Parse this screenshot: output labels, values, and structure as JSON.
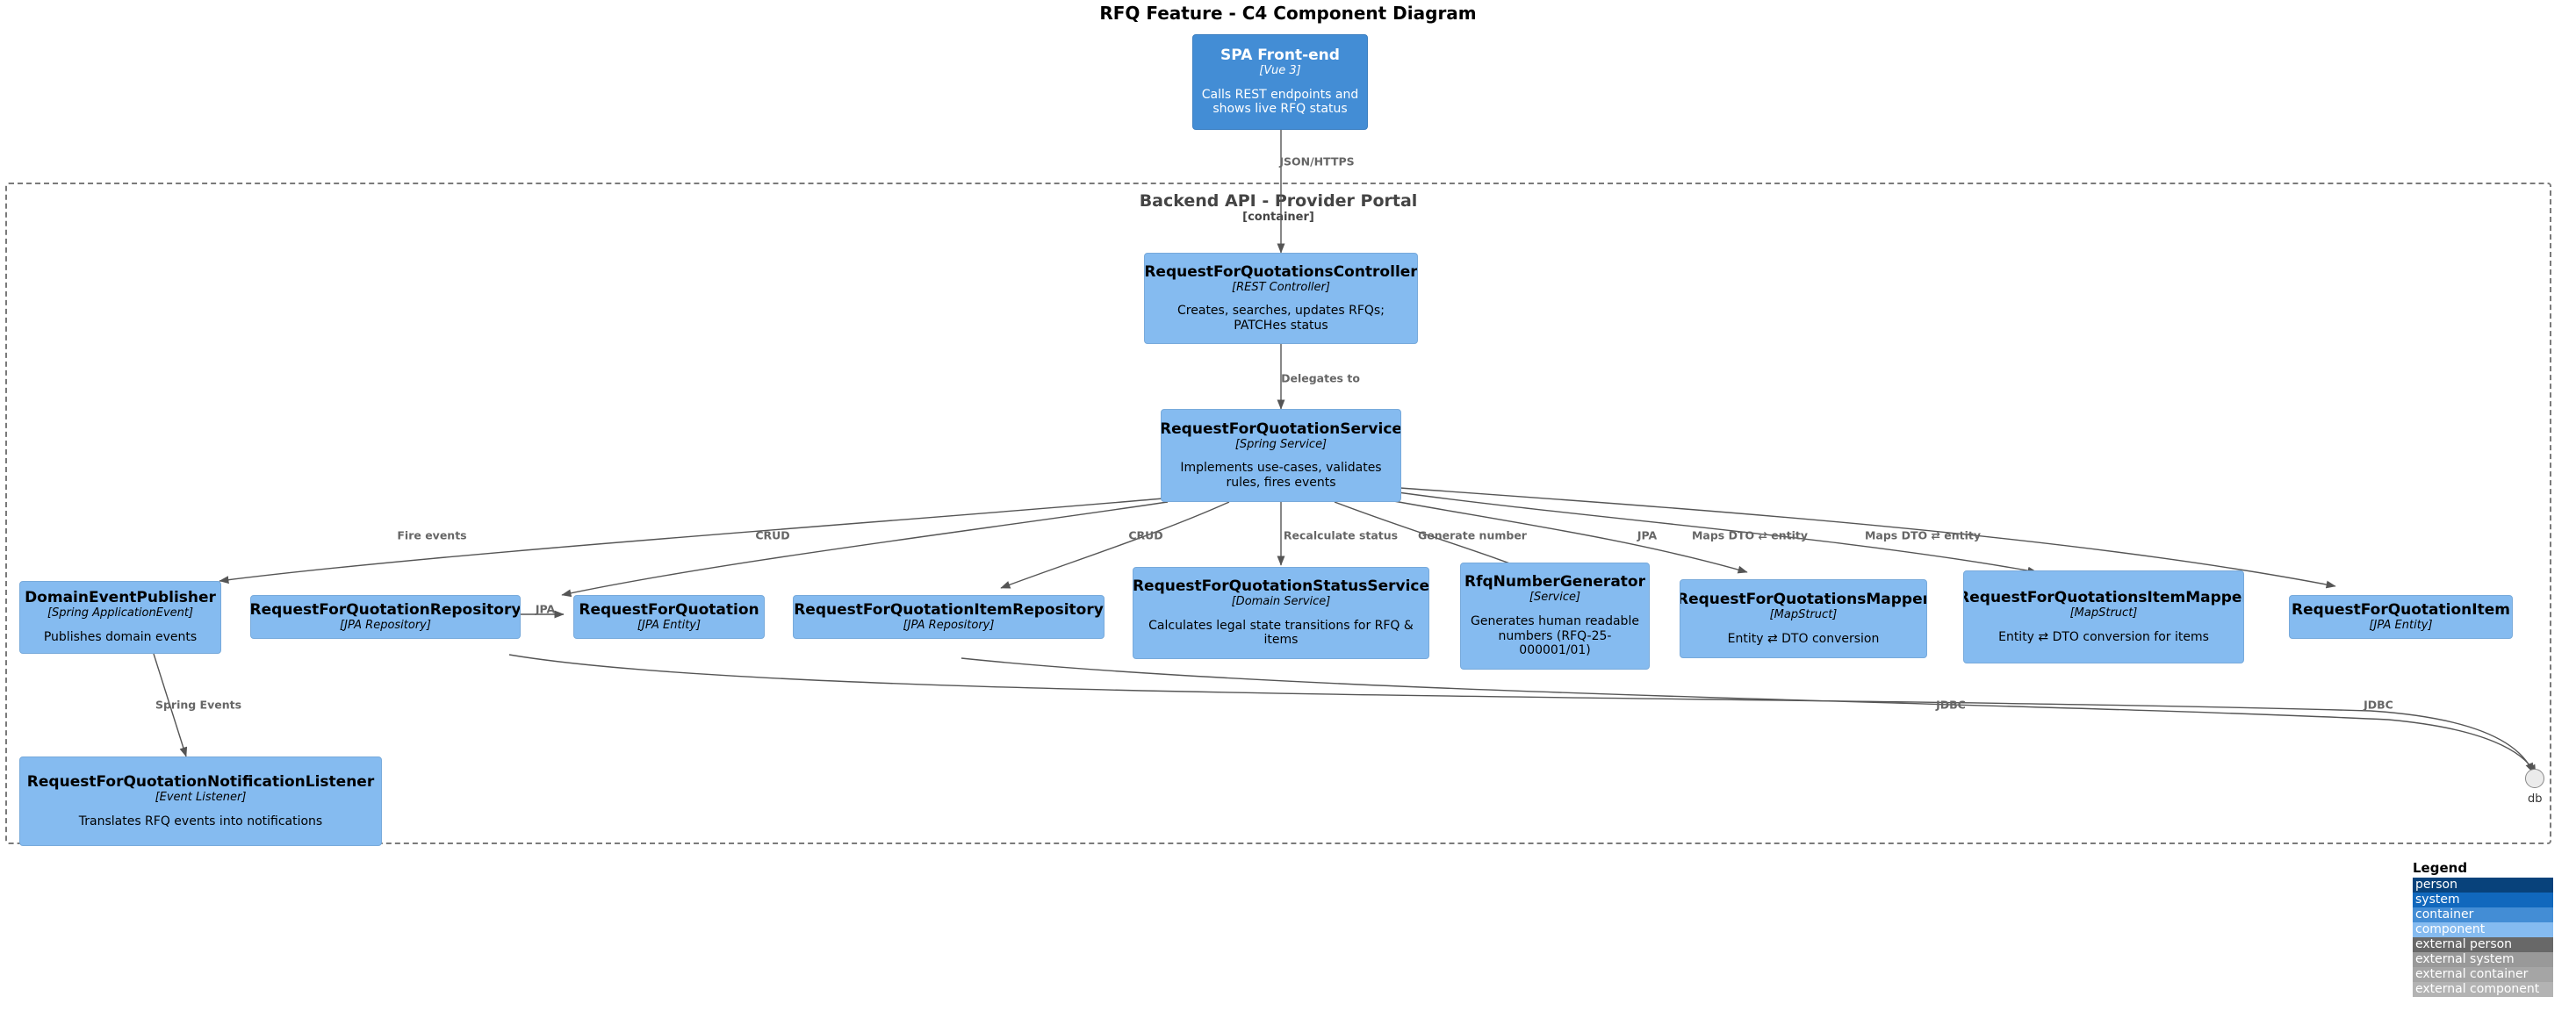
{
  "diagram": {
    "title": "RFQ Feature - C4 Component Diagram"
  },
  "boundary": {
    "name": "Backend API - Provider Portal",
    "tech": "[container]"
  },
  "nodes": {
    "spa": {
      "name": "SPA Front-end",
      "tech": "[Vue 3]",
      "desc": "Calls REST endpoints and shows live RFQ status",
      "kind": "container"
    },
    "controller": {
      "name": "RequestForQuotationsController",
      "tech": "[REST Controller]",
      "desc": "Creates, searches, updates RFQs; PATCHes status",
      "kind": "component"
    },
    "service": {
      "name": "RequestForQuotationService",
      "tech": "[Spring Service]",
      "desc": "Implements use-cases, validates rules, fires events",
      "kind": "component"
    },
    "publisher": {
      "name": "DomainEventPublisher",
      "tech": "[Spring ApplicationEvent]",
      "desc": "Publishes domain events",
      "kind": "component"
    },
    "rfq_repository": {
      "name": "RequestForQuotationRepository",
      "tech": "[JPA Repository]",
      "desc": "",
      "kind": "component"
    },
    "rfq_entity": {
      "name": "RequestForQuotation",
      "tech": "[JPA Entity]",
      "desc": "",
      "kind": "component"
    },
    "item_repository": {
      "name": "RequestForQuotationItemRepository",
      "tech": "[JPA Repository]",
      "desc": "",
      "kind": "component"
    },
    "status_service": {
      "name": "RequestForQuotationStatusService",
      "tech": "[Domain Service]",
      "desc": "Calculates legal state transitions for RFQ & items",
      "kind": "component"
    },
    "number_generator": {
      "name": "RfqNumberGenerator",
      "tech": "[Service]",
      "desc": "Generates human readable numbers (RFQ-25-000001/01)",
      "kind": "component"
    },
    "mapper": {
      "name": "RequestForQuotationsMapper",
      "tech": "[MapStruct]",
      "desc": "Entity ⇄ DTO conversion",
      "kind": "component"
    },
    "item_mapper": {
      "name": "RequestForQuotationsItemMapper",
      "tech": "[MapStruct]",
      "desc": "Entity ⇄ DTO conversion for items",
      "kind": "component"
    },
    "item_entity": {
      "name": "RequestForQuotationItem",
      "tech": "[JPA Entity]",
      "desc": "",
      "kind": "component"
    },
    "notification_listener": {
      "name": "RequestForQuotationNotificationListener",
      "tech": "[Event Listener]",
      "desc": "Translates RFQ events into notifications",
      "kind": "component"
    },
    "db": {
      "name": "db",
      "kind": "database"
    }
  },
  "edges": [
    {
      "label": "JSON/HTTPS"
    },
    {
      "label": "Delegates to"
    },
    {
      "label": "Fire events"
    },
    {
      "label": "CRUD"
    },
    {
      "label": "CRUD"
    },
    {
      "label": "Recalculate status"
    },
    {
      "label": "Generate number"
    },
    {
      "label": "JPA"
    },
    {
      "label": "Maps DTO ⇄ entity"
    },
    {
      "label": "Maps DTO ⇄ entity"
    },
    {
      "label": "JPA"
    },
    {
      "label": "Spring Events"
    },
    {
      "label": "JDBC"
    },
    {
      "label": "JDBC"
    }
  ],
  "edge_labels": {
    "json_https": "JSON/HTTPS",
    "delegates_to": "Delegates to",
    "fire_events": "Fire events",
    "crud_left": "CRUD",
    "crud_right": "CRUD",
    "recalculate_status": "Recalculate status",
    "generate_number": "Generate number",
    "jpa_service": "JPA",
    "maps_dto_entity_1": "Maps DTO ⇄ entity",
    "maps_dto_entity_2": "Maps DTO ⇄ entity",
    "jpa_repo_entity": "JPA",
    "spring_events": "Spring Events",
    "jdbc_1": "JDBC",
    "jdbc_2": "JDBC"
  },
  "legend": {
    "title": "Legend",
    "items": [
      {
        "label": "person",
        "color": "#08427b"
      },
      {
        "label": "system",
        "color": "#1168bd"
      },
      {
        "label": "container",
        "color": "#438dd5"
      },
      {
        "label": "component",
        "color": "#85bbf0"
      },
      {
        "label": "external person",
        "color": "#686868"
      },
      {
        "label": "external system",
        "color": "#999999"
      },
      {
        "label": "external container",
        "color": "#a5a5a5"
      },
      {
        "label": "external component",
        "color": "#b3b3b3"
      }
    ]
  }
}
